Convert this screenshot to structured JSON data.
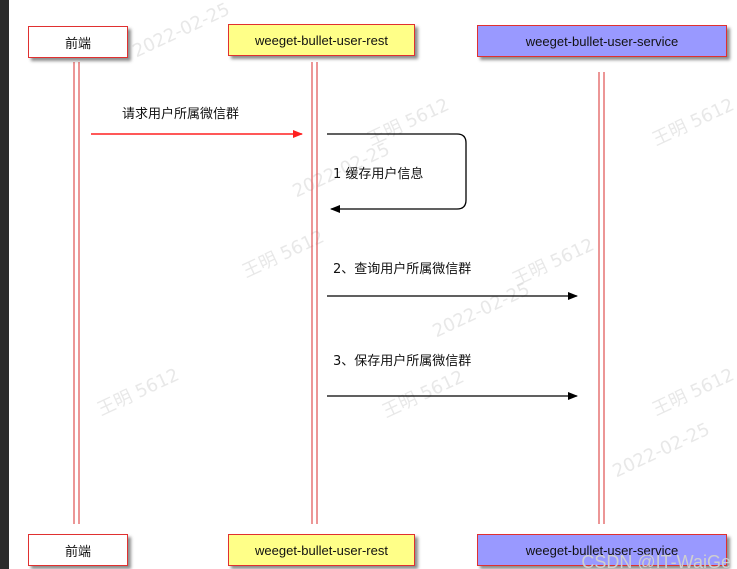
{
  "colors": {
    "frontend_box_fill": "#ffffff",
    "frontend_box_border": "#e03030",
    "rest_box_fill": "#ffff88",
    "rest_box_border": "#e03030",
    "service_box_fill": "#9999ff",
    "service_box_border": "#e03030",
    "request_arrow": "#ff2020",
    "lifeline": "#e05050",
    "message_arrow": "#000000"
  },
  "participants": {
    "frontend": "前端",
    "rest": "weeget-bullet-user-rest",
    "service": "weeget-bullet-user-service"
  },
  "messages": {
    "request": "请求用户所属微信群",
    "step1": "1 缓存用户信息",
    "step2": "2、查询用户所属微信群",
    "step3": "3、保存用户所属微信群"
  },
  "watermark": {
    "name": "王明 5612",
    "date": "2022-02-25"
  },
  "footer": "CSDN @IT-WaiGe"
}
